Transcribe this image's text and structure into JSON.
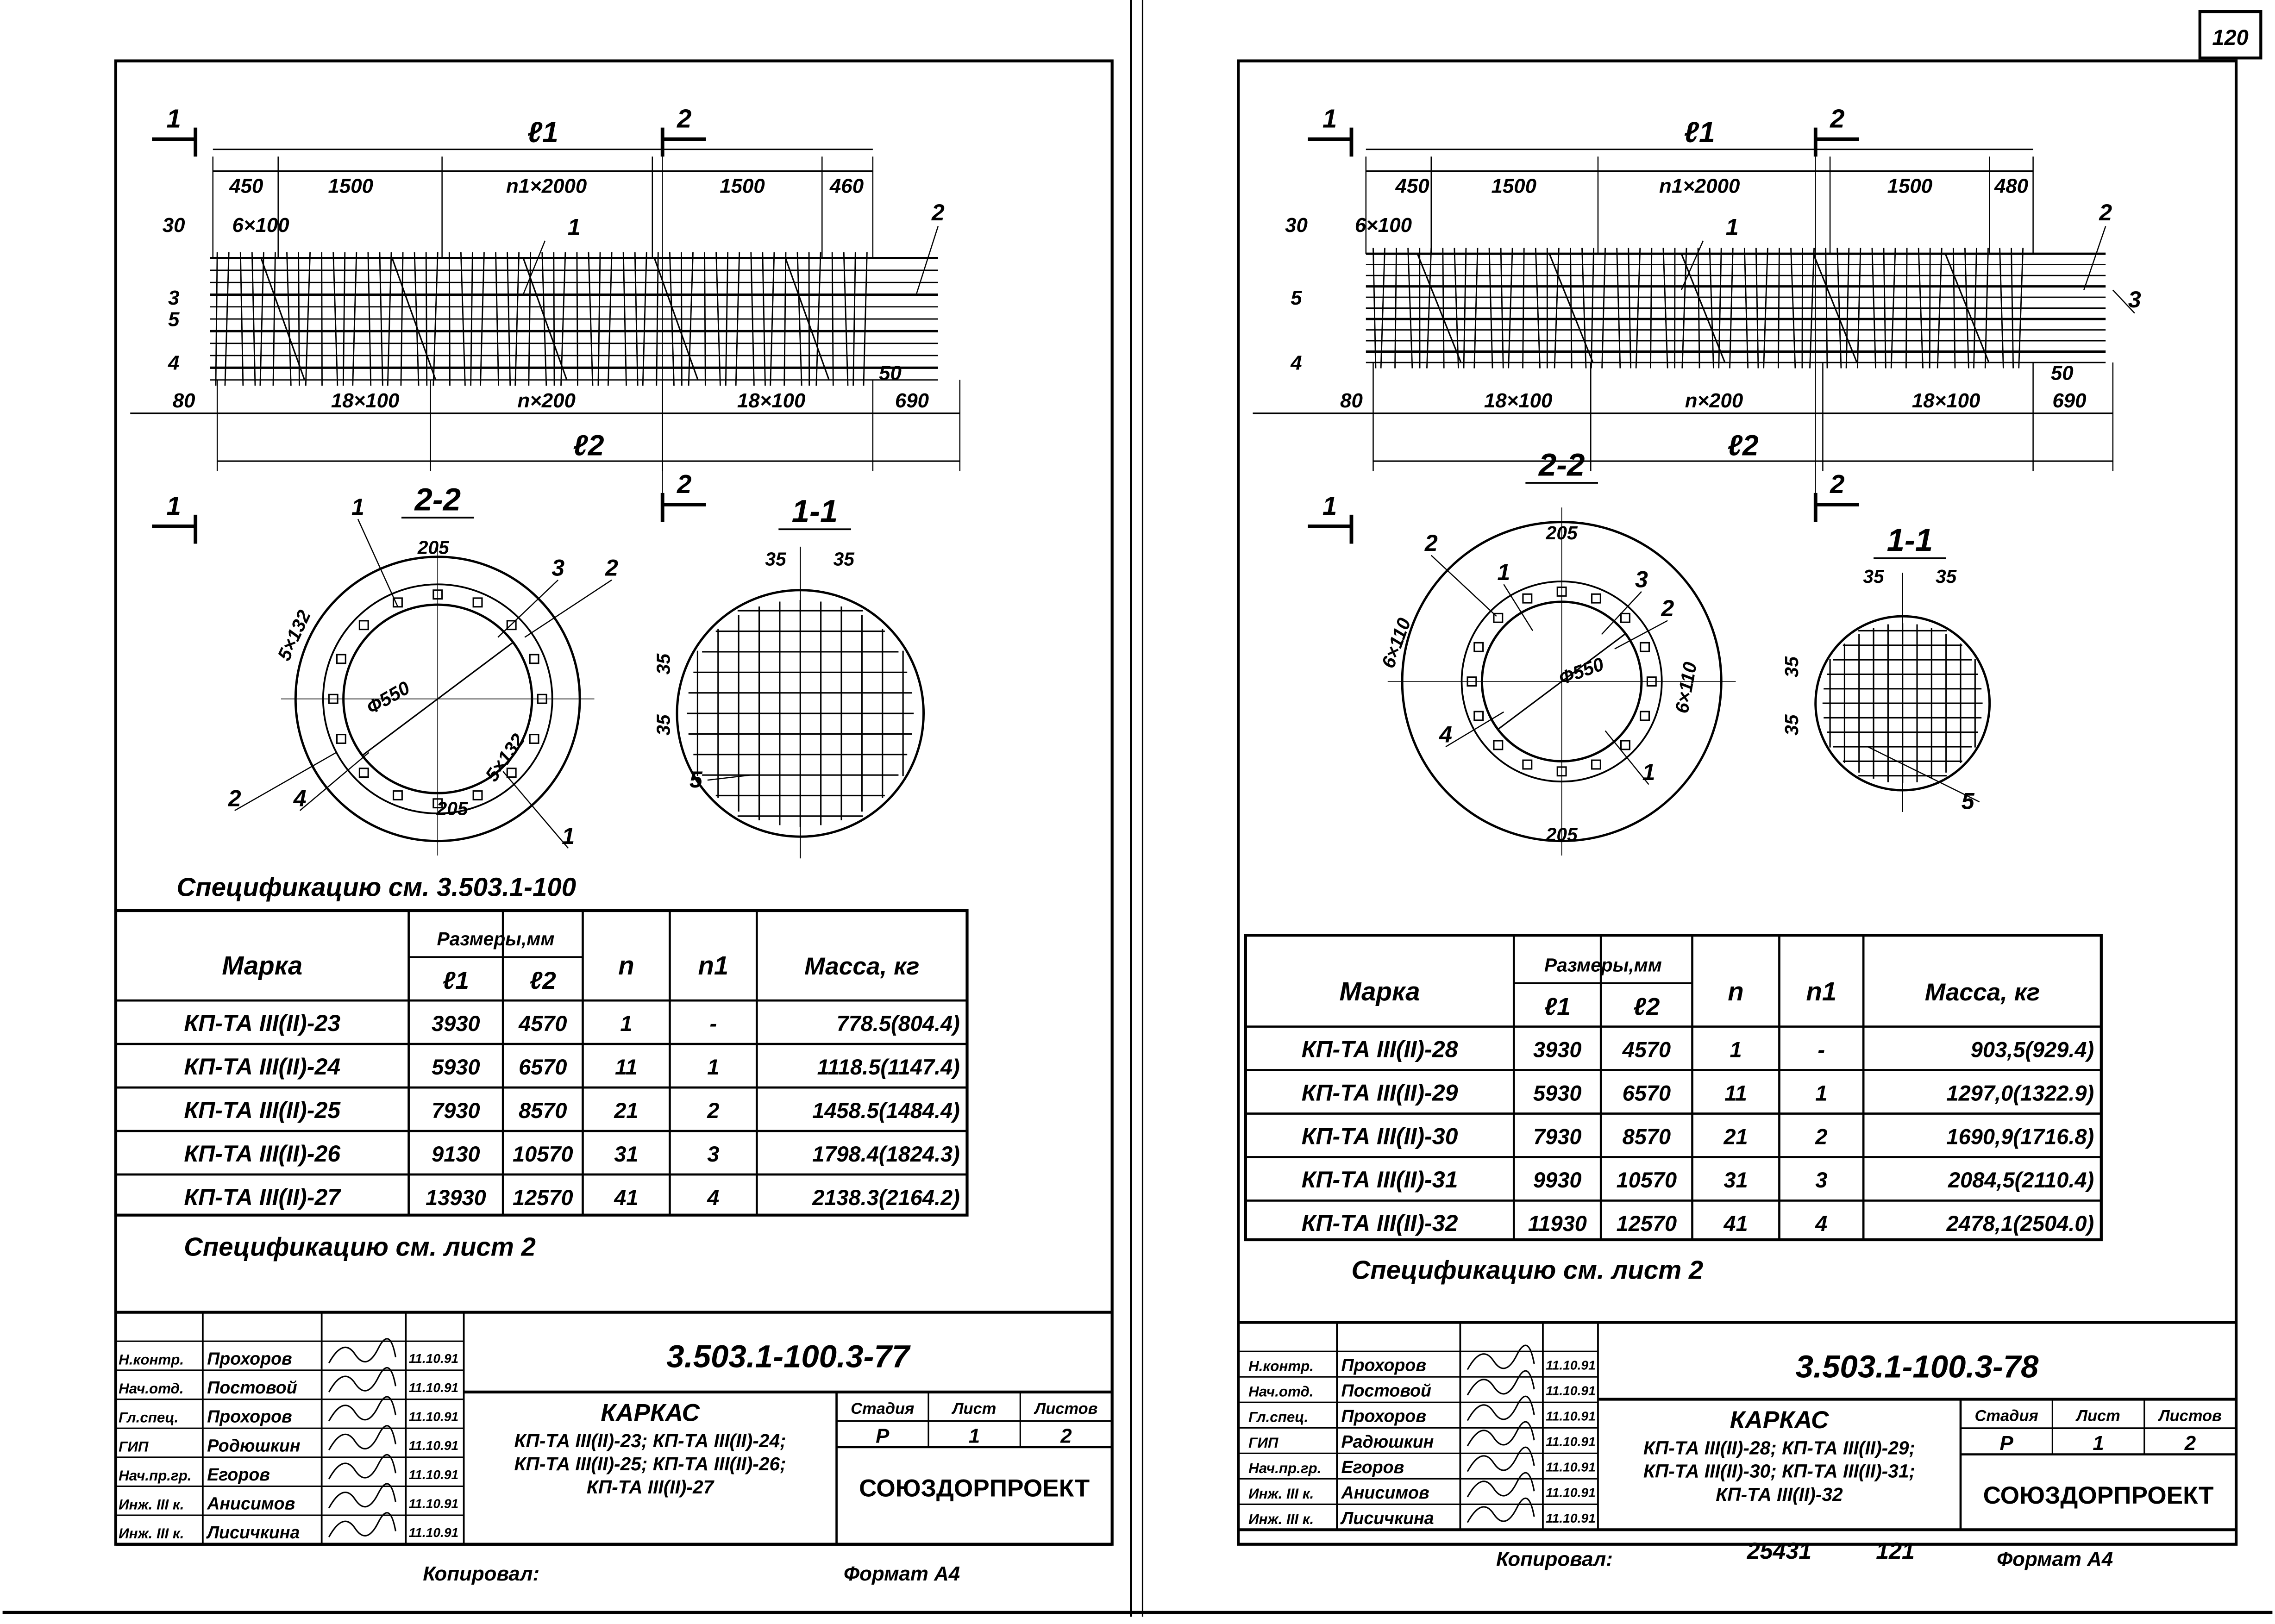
{
  "page_number": "120",
  "colors": {
    "ink": "#000000",
    "paper": "#ffffff"
  },
  "sheets": [
    {
      "elevation": {
        "length_top": "ℓ1",
        "length_bottom": "ℓ2",
        "section_marks": [
          "1",
          "2",
          "1",
          "2"
        ],
        "top_dims": [
          "450",
          "1500",
          "n1×2000",
          "1500",
          "460"
        ],
        "bottom_dims": [
          "80",
          "18×100",
          "n×200",
          "18×100",
          "50",
          "690"
        ],
        "left_labels": [
          "30",
          "6×100",
          "3",
          "5",
          "4"
        ],
        "callouts": [
          "1",
          "2"
        ]
      },
      "section_2_2": {
        "title": "2-2",
        "dims": [
          "205",
          "205",
          "5×132",
          "5×132",
          "Ф550"
        ],
        "callouts": [
          "1",
          "2",
          "3",
          "2",
          "4",
          "1"
        ]
      },
      "section_1_1": {
        "title": "1-1",
        "dims": [
          "35",
          "35",
          "35",
          "35"
        ],
        "callouts": [
          "5"
        ]
      },
      "spec_ref": "Спецификацию см. 3.503.1-100",
      "table": {
        "headers": {
          "mark": "Марка",
          "sizes": "Размеры,мм",
          "l1": "ℓ1",
          "l2": "ℓ2",
          "n": "n",
          "n1": "n1",
          "mass": "Масса, кг"
        },
        "rows": [
          [
            "КП-ТА III(II)-23",
            "3930",
            "4570",
            "1",
            "-",
            "778.5(804.4)"
          ],
          [
            "КП-ТА III(II)-24",
            "5930",
            "6570",
            "11",
            "1",
            "1118.5(1147.4)"
          ],
          [
            "КП-ТА III(II)-25",
            "7930",
            "8570",
            "21",
            "2",
            "1458.5(1484.4)"
          ],
          [
            "КП-ТА III(II)-26",
            "9130",
            "10570",
            "31",
            "3",
            "1798.4(1824.3)"
          ],
          [
            "КП-ТА III(II)-27",
            "13930",
            "12570",
            "41",
            "4",
            "2138.3(2164.2)"
          ]
        ]
      },
      "spec_ref2": "Спецификацию см. лист 2",
      "title_block": {
        "staff": [
          [
            "Н.контр.",
            "Прохоров",
            "11.10.91"
          ],
          [
            "Нач.отд.",
            "Постовой",
            "11.10.91"
          ],
          [
            "Гл.спец.",
            "Прохоров",
            "11.10.91"
          ],
          [
            "ГИП",
            "Родюшкин",
            "11.10.91"
          ],
          [
            "Нач.пр.гр.",
            "Егоров",
            "11.10.91"
          ],
          [
            "Инж. III к.",
            "Анисимов",
            "11.10.91"
          ],
          [
            "Инж. III к.",
            "Лисичкина",
            "11.10.91"
          ]
        ],
        "doc_number": "3.503.1-100.3-77",
        "title": "КАРКАС",
        "subtitle": [
          "КП-ТА III(II)-23; КП-ТА III(II)-24;",
          "КП-ТА III(II)-25; КП-ТА III(II)-26;",
          "КП-ТА III(II)-27"
        ],
        "stage_headers": [
          "Стадия",
          "Лист",
          "Листов"
        ],
        "stage_values": [
          "Р",
          "1",
          "2"
        ],
        "organization": "СОЮЗДОРПРОЕКТ"
      },
      "footer": {
        "copied": "Копировал:",
        "extra": [],
        "format": "Формат А4"
      }
    },
    {
      "elevation": {
        "length_top": "ℓ1",
        "length_bottom": "ℓ2",
        "section_marks": [
          "1",
          "2",
          "1",
          "2"
        ],
        "top_dims": [
          "450",
          "1500",
          "n1×2000",
          "1500",
          "480"
        ],
        "bottom_dims": [
          "80",
          "18×100",
          "n×200",
          "18×100",
          "50",
          "690"
        ],
        "left_labels": [
          "30",
          "6×100",
          "5",
          "",
          "4"
        ],
        "callouts": [
          "1",
          "2",
          "3"
        ]
      },
      "section_2_2": {
        "title": "2-2",
        "dims": [
          "205",
          "205",
          "6×110",
          "6×110",
          "Ф550"
        ],
        "callouts": [
          "1",
          "2",
          "3",
          "2",
          "4",
          "1"
        ]
      },
      "section_1_1": {
        "title": "1-1",
        "dims": [
          "35",
          "35",
          "35",
          "35"
        ],
        "callouts": [
          "5"
        ]
      },
      "spec_ref": "",
      "table": {
        "headers": {
          "mark": "Марка",
          "sizes": "Размеры,мм",
          "l1": "ℓ1",
          "l2": "ℓ2",
          "n": "n",
          "n1": "n1",
          "mass": "Масса, кг"
        },
        "rows": [
          [
            "КП-ТА III(II)-28",
            "3930",
            "4570",
            "1",
            "-",
            "903,5(929.4)"
          ],
          [
            "КП-ТА III(II)-29",
            "5930",
            "6570",
            "11",
            "1",
            "1297,0(1322.9)"
          ],
          [
            "КП-ТА III(II)-30",
            "7930",
            "8570",
            "21",
            "2",
            "1690,9(1716.8)"
          ],
          [
            "КП-ТА III(II)-31",
            "9930",
            "10570",
            "31",
            "3",
            "2084,5(2110.4)"
          ],
          [
            "КП-ТА III(II)-32",
            "11930",
            "12570",
            "41",
            "4",
            "2478,1(2504.0)"
          ]
        ]
      },
      "spec_ref2": "Спецификацию см. лист 2",
      "title_block": {
        "staff": [
          [
            "Н.контр.",
            "Прохоров",
            "11.10.91"
          ],
          [
            "Нач.отд.",
            "Постовой",
            "11.10.91"
          ],
          [
            "Гл.спец.",
            "Прохоров",
            "11.10.91"
          ],
          [
            "ГИП",
            "Радюшкин",
            "11.10.91"
          ],
          [
            "Нач.пр.гр.",
            "Егоров",
            "11.10.91"
          ],
          [
            "Инж. III к.",
            "Анисимов",
            "11.10.91"
          ],
          [
            "Инж. III к.",
            "Лисичкина",
            "11.10.91"
          ]
        ],
        "doc_number": "3.503.1-100.3-78",
        "title": "КАРКАС",
        "subtitle": [
          "КП-ТА III(II)-28; КП-ТА III(II)-29;",
          "КП-ТА III(II)-30; КП-ТА III(II)-31;",
          "КП-ТА III(II)-32"
        ],
        "stage_headers": [
          "Стадия",
          "Лист",
          "Листов"
        ],
        "stage_values": [
          "Р",
          "1",
          "2"
        ],
        "organization": "СОЮЗДОРПРОЕКТ"
      },
      "footer": {
        "copied": "Копировал:",
        "extra": [
          "25431",
          "121"
        ],
        "format": "Формат А4"
      }
    }
  ]
}
